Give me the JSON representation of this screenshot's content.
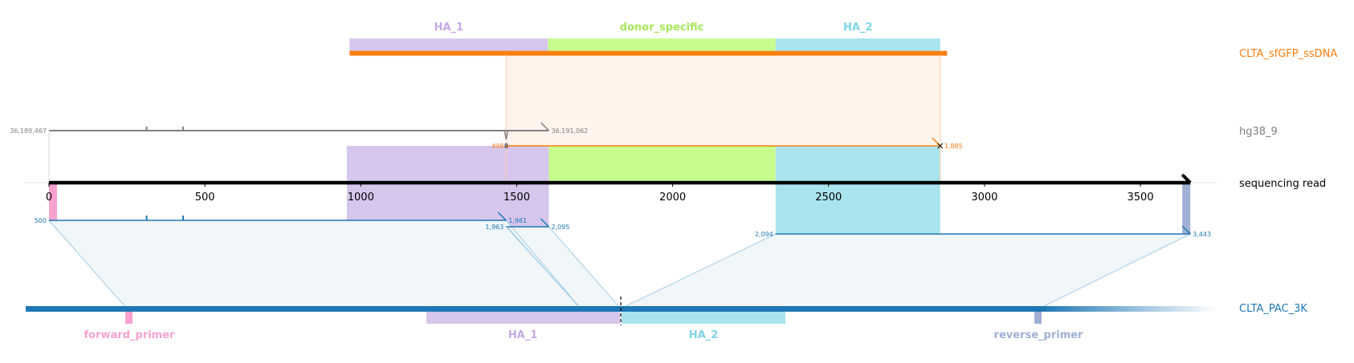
{
  "colors": {
    "ha1": "#d6c6ec",
    "ha1_text": "#c5a8e6",
    "donor": "#c7fd8e",
    "donor_text": "#a6e85a",
    "ha2": "#a9e4ee",
    "ha2_text": "#7fd4e6",
    "ssdna": "#ff7f0e",
    "genome": "#808080",
    "read": "#000000",
    "ref": "#1f77b4",
    "forward_primer": "#f7a1cf",
    "reverse_primer": "#9fb0d4",
    "ssdna_fill": "#fff4ec",
    "ref_fill": "#f1f6f9",
    "connector": "#a6cde6"
  },
  "donor_track": {
    "name": "CLTA_sfGFP_ssDNA",
    "features": [
      {
        "label": "HA_1",
        "start": 964,
        "end": 1600,
        "color": "ha1",
        "text_color": "ha1_text"
      },
      {
        "label": "donor_specific",
        "start": 1600,
        "end": 2330,
        "color": "donor",
        "text_color": "donor_text"
      },
      {
        "label": "HA_2",
        "start": 2330,
        "end": 2858,
        "color": "ha2",
        "text_color": "ha2_text"
      }
    ],
    "bar_start": 964,
    "bar_end": 2880
  },
  "genome_track": {
    "name": "hg38_9",
    "left_coord": "36,189,467",
    "right_coord": "36,191,062",
    "line_start": 0,
    "line_end": 1603,
    "ticks": [
      313,
      430
    ]
  },
  "read_track": {
    "name": "sequencing read",
    "length": 3660,
    "ticks": [
      0,
      500,
      1000,
      1500,
      2000,
      2500,
      3000,
      3500
    ]
  },
  "ssdna_alignment": {
    "start_label": "498",
    "end_label": "1,885",
    "read_start": 1466,
    "read_end": 2858
  },
  "ref_alignments": [
    {
      "read_start": 0,
      "read_end": 1466,
      "start_label": "500",
      "end_label": "1,961"
    },
    {
      "read_start": 1466,
      "read_end": 1603,
      "start_label": "1,963",
      "end_label": "2,095"
    },
    {
      "read_start": 2330,
      "read_end": 3660,
      "start_label": "2,094",
      "end_label": "3,443"
    }
  ],
  "ref_track": {
    "name": "CLTA_PAC_3K",
    "features": [
      {
        "label": "forward_primer",
        "color": "forward_primer"
      },
      {
        "label": "HA_1",
        "color": "ha1"
      },
      {
        "label": "HA_2",
        "color": "ha2"
      },
      {
        "label": "reverse_primer",
        "color": "reverse_primer"
      }
    ]
  }
}
